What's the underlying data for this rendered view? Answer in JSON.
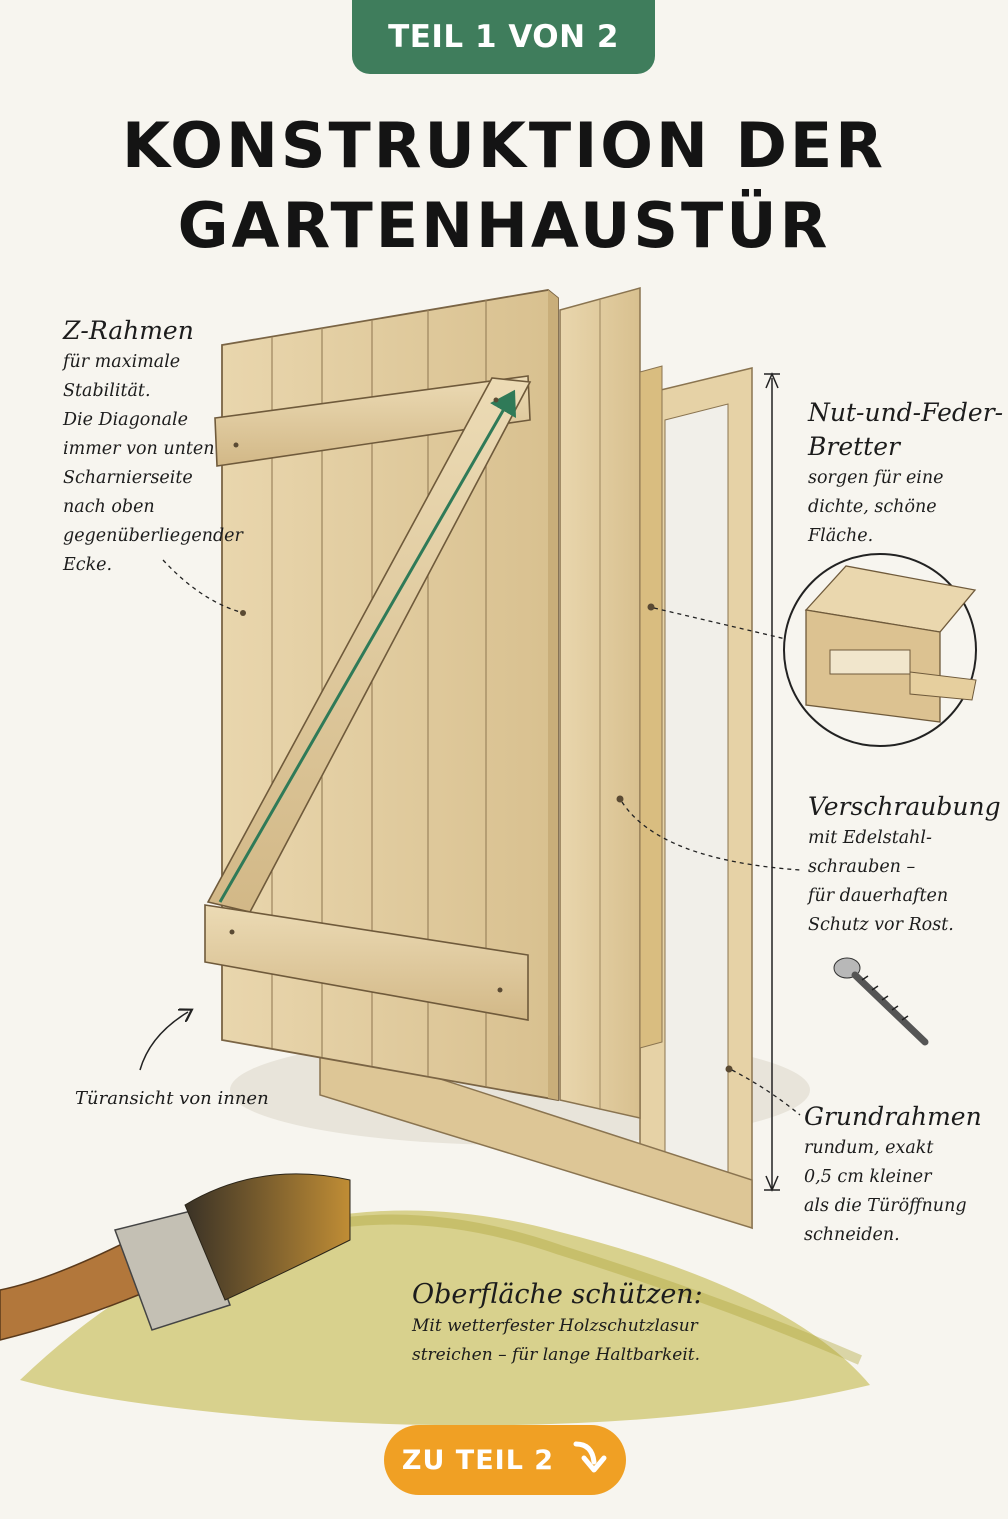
{
  "header": {
    "badge": "TEIL 1 VON 2",
    "title_line1": "KONSTRUKTION DER",
    "title_line2": "GARTENHAUSTÜR"
  },
  "labels": {
    "z_rahmen": {
      "title": "Z-Rahmen",
      "lines": [
        "für maximale",
        "Stabilität.",
        "Die Diagonale",
        "immer von unten",
        "Scharnierseite",
        "nach oben",
        "gegenüberliegender",
        "Ecke."
      ]
    },
    "nut_feder": {
      "title_line1": "Nut-und-Feder-",
      "title_line2": "Bretter",
      "lines": [
        "sorgen für eine",
        "dichte, schöne",
        "Fläche."
      ]
    },
    "verschraubung": {
      "title": "Verschraubung",
      "lines": [
        "mit Edelstahl-",
        "schrauben –",
        "für dauerhaften",
        "Schutz vor Rost."
      ]
    },
    "grundrahmen": {
      "title": "Grundrahmen",
      "lines": [
        "rundum, exakt",
        "0,5 cm kleiner",
        "als die Türöffnung",
        "schneiden."
      ]
    },
    "tueransicht": "Türansicht von innen",
    "oberflaeche": {
      "title": "Oberfläche schützen:",
      "line1": "Mit wetterfester Holzschutzlasur",
      "line2": "streichen – für lange Haltbarkeit."
    }
  },
  "cta": {
    "label": "ZU TEIL 2",
    "icon": "arrow-down-right-icon"
  },
  "colors": {
    "badge": "#3f7d5c",
    "cta": "#f0a024",
    "wood": "#e2cc9f",
    "diagonal_arrow": "#2f7a58"
  }
}
